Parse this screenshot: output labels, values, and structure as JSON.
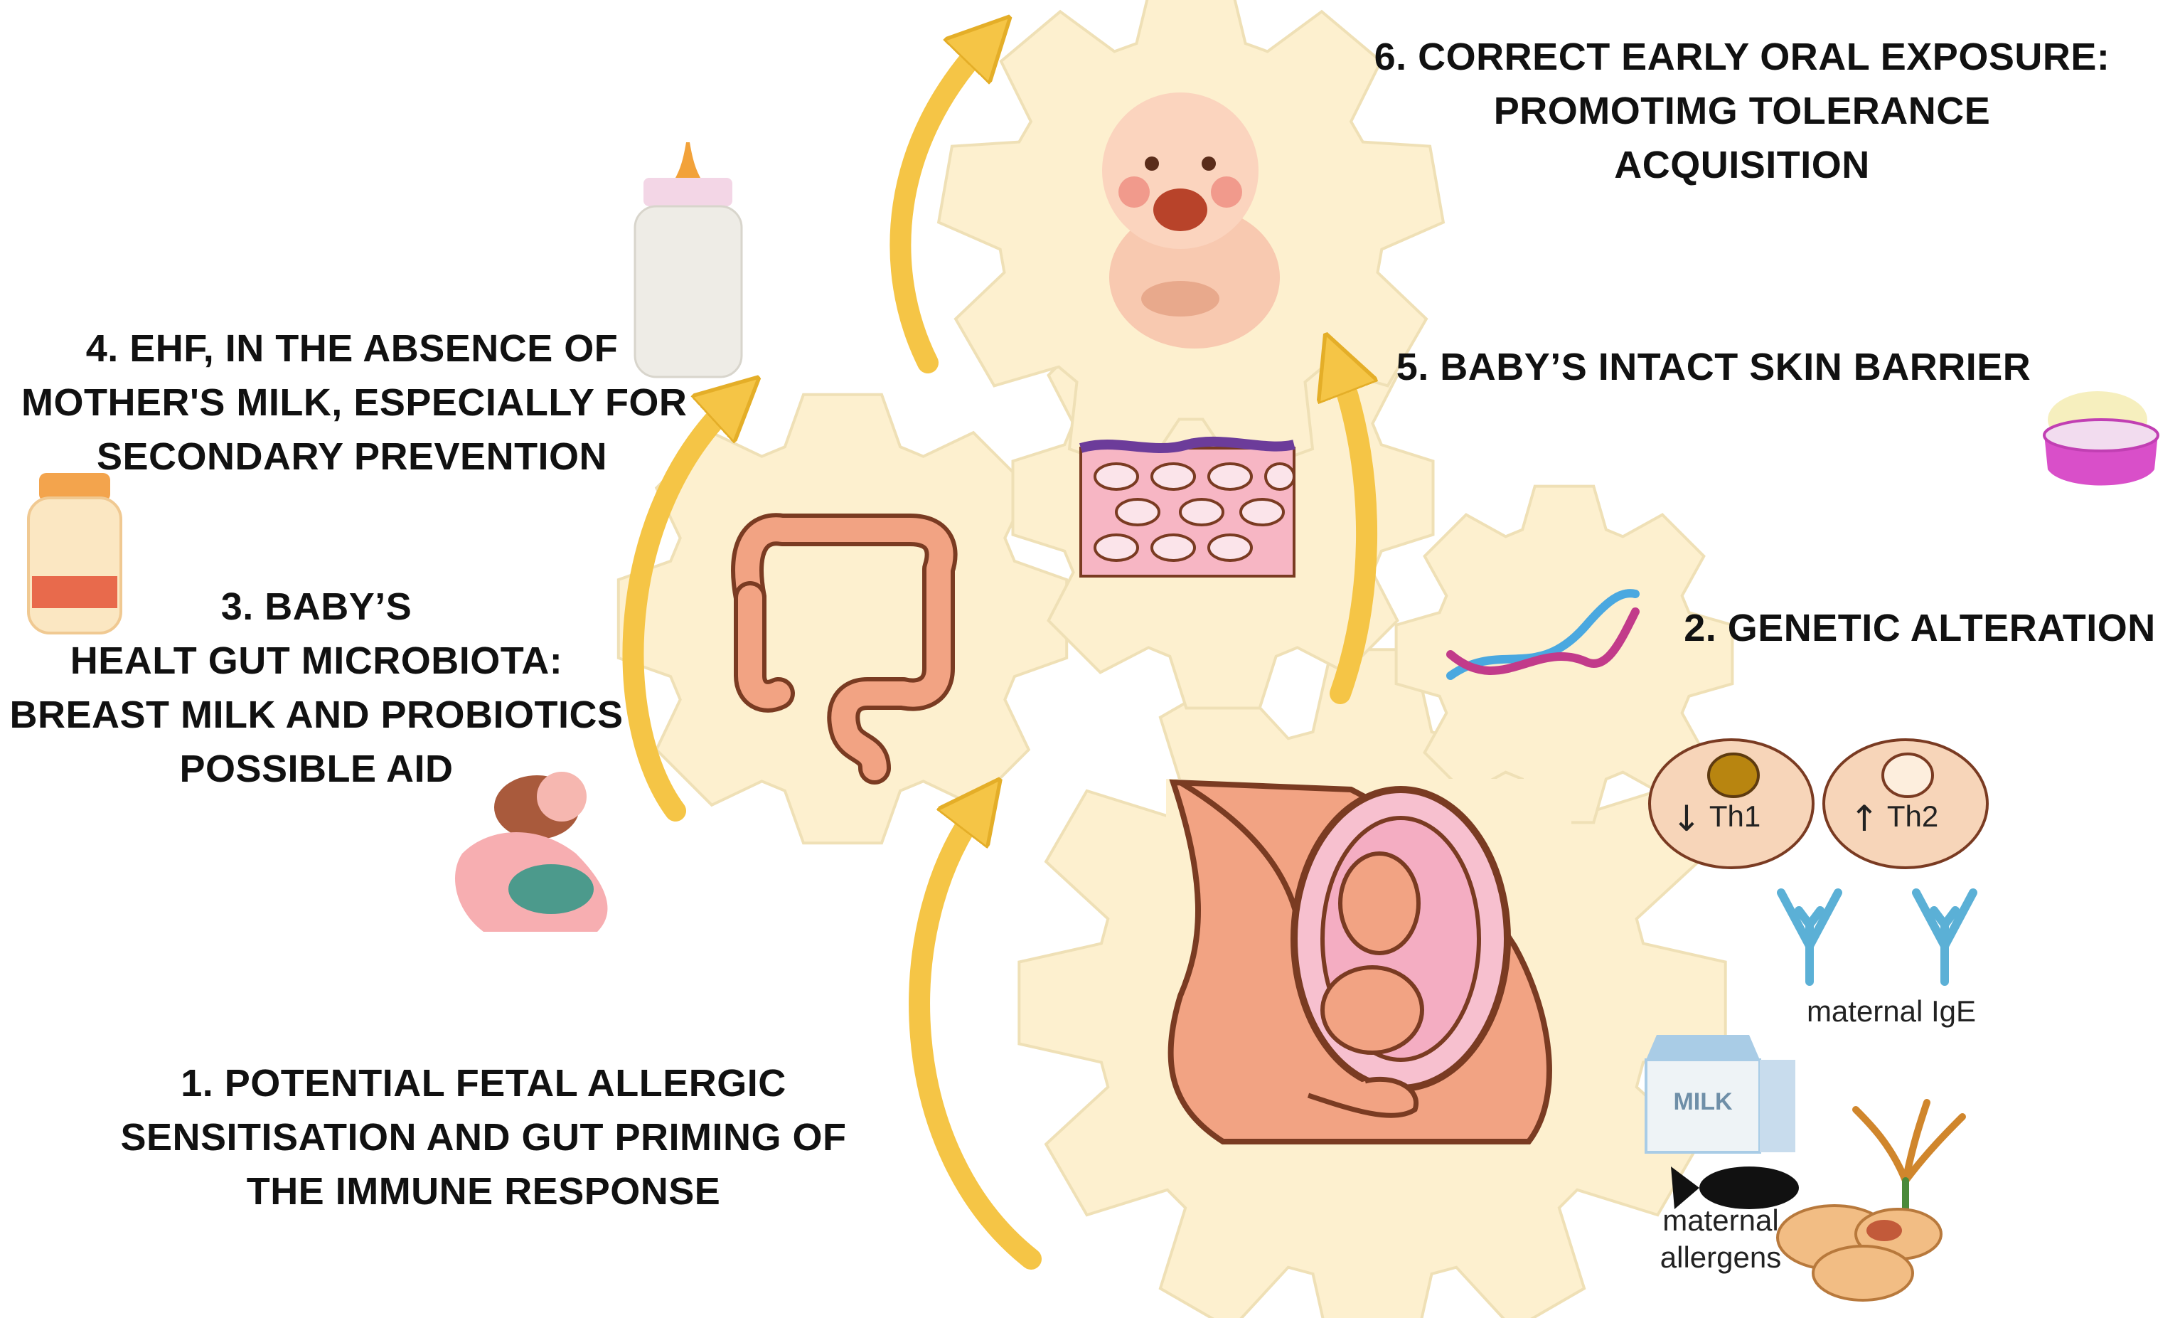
{
  "colors": {
    "gear_fill": "#fdf0cf",
    "gear_stroke": "#e9d9ae",
    "arrow": "#f5c546",
    "arrow_edge": "#e4ae28",
    "tissue": "#f2a383",
    "uterus_inner": "#f7c0cf",
    "text": "#111111"
  },
  "labels": {
    "step1": [
      "1. POTENTIAL FETAL ALLERGIC",
      "SENSITISATION AND GUT PRIMING OF",
      "THE IMMUNE RESPONSE"
    ],
    "step2": [
      "2. GENETIC ALTERATION"
    ],
    "step3": [
      "3. BABY’S",
      "HEALT GUT MICROBIOTA:",
      "BREAST MILK AND PROBIOTICS",
      "POSSIBLE AID"
    ],
    "step4": [
      "4. EHF, IN THE ABSENCE OF",
      "MOTHER'S MILK, ESPECIALLY FOR",
      "SECONDARY PREVENTION"
    ],
    "step5": [
      "5. BABY’S INTACT SKIN BARRIER"
    ],
    "step6": [
      "6. CORRECT EARLY ORAL EXPOSURE:",
      "PROMOTIMG  TOLERANCE",
      "ACQUISITION"
    ]
  },
  "cells": {
    "th1": "Th1",
    "th2": "Th2",
    "th1_arrow": "↓",
    "th2_arrow": "↑"
  },
  "antibody_caption": "maternal IgE",
  "allergen_caption": [
    "maternal",
    "allergens"
  ],
  "milk_carton_text": "MILK",
  "icons": [
    "baby-bottle-icon",
    "probiotic-drink-icon",
    "breastfeeding-icon",
    "cream-jar-icon",
    "dna-icon",
    "milk-carton-icon",
    "fish-icon",
    "wheat-icon",
    "peanut-icon",
    "antibody-icon"
  ]
}
